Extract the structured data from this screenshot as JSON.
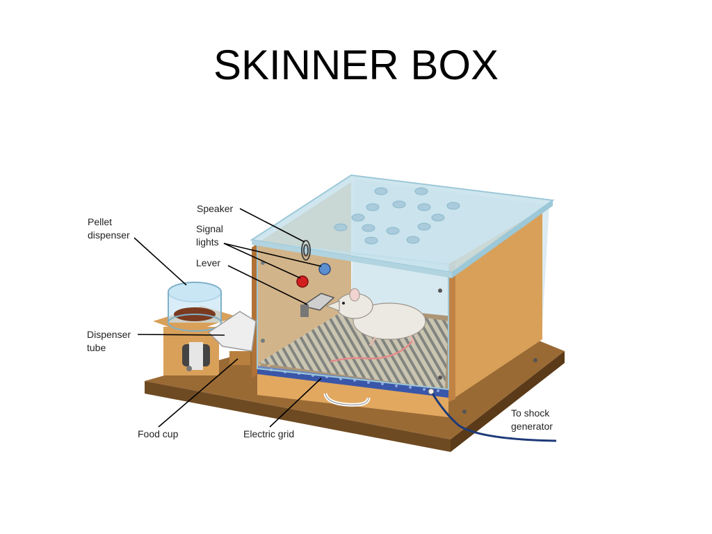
{
  "slide": {
    "title": "SKINNER BOX"
  },
  "labels": {
    "speaker": "Speaker",
    "pellet_dispenser_l1": "Pellet",
    "pellet_dispenser_l2": "dispenser",
    "signal_lights_l1": "Signal",
    "signal_lights_l2": "lights",
    "lever": "Lever",
    "dispenser_tube_l1": "Dispenser",
    "dispenser_tube_l2": "tube",
    "food_cup": "Food cup",
    "electric_grid": "Electric grid",
    "to_shock_l1": "To shock",
    "to_shock_l2": "generator"
  },
  "colors": {
    "wood": "#d9a05a",
    "wood_dark": "#b87a3a",
    "base": "#8a6030",
    "glass": "#cfe6ee",
    "glass_edge": "#9cc8d8",
    "grid_bar": "#3a56a8",
    "light_blue": "#5b8fd0",
    "light_red": "#d21e1e",
    "rat": "#ece8e2",
    "cable": "#1d3a78"
  }
}
